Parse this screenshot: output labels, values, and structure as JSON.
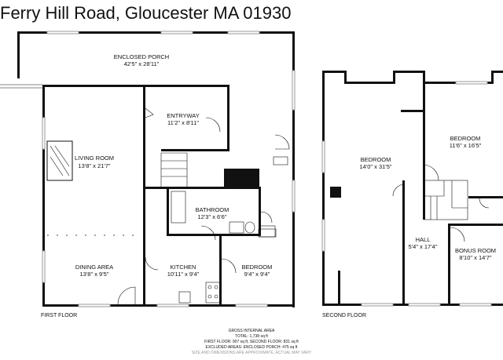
{
  "title": "Ferry Hill Road, Gloucester MA 01930",
  "floors": [
    {
      "label": "FIRST FLOOR",
      "rooms": [
        {
          "name": "ENCLOSED PORCH",
          "dims": "42'5\" x 28'11\""
        },
        {
          "name": "ENTRYWAY",
          "dims": "11'2\" x 8'11\""
        },
        {
          "name": "LIVING ROOM",
          "dims": "13'8\" x 21'7\""
        },
        {
          "name": "BATHROOM",
          "dims": "12'3\" x 6'6\""
        },
        {
          "name": "DINING AREA",
          "dims": "13'8\" x 9'5\""
        },
        {
          "name": "KITCHEN",
          "dims": "10'11\" x 9'4\""
        },
        {
          "name": "BEDROOM",
          "dims": "9'4\" x 9'4\""
        }
      ]
    },
    {
      "label": "SECOND FLOOR",
      "rooms": [
        {
          "name": "BEDROOM",
          "dims": "14'0\" x 31'5\""
        },
        {
          "name": "BEDROOM",
          "dims": "11'6\" x 16'5\""
        },
        {
          "name": "HALL",
          "dims": "5'4\" x 17'4\""
        },
        {
          "name": "BONUS ROOM",
          "dims": "8'10\" x 14'7\""
        }
      ]
    }
  ],
  "area": {
    "heading": "GROSS INTERNAL AREA",
    "total": "TOTAL: 1,738 sq ft",
    "floors": "FIRST FLOOR: 907 sq ft, SECOND FLOOR: 831 sq ft",
    "excluded": "EXCLUDED AREAS: ENCLOSED PORCH: 475 sq ft",
    "disclaimer": "SIZE AND DIMENSIONS ARE APPROXIMATE, ACTUAL MAY VARY"
  }
}
